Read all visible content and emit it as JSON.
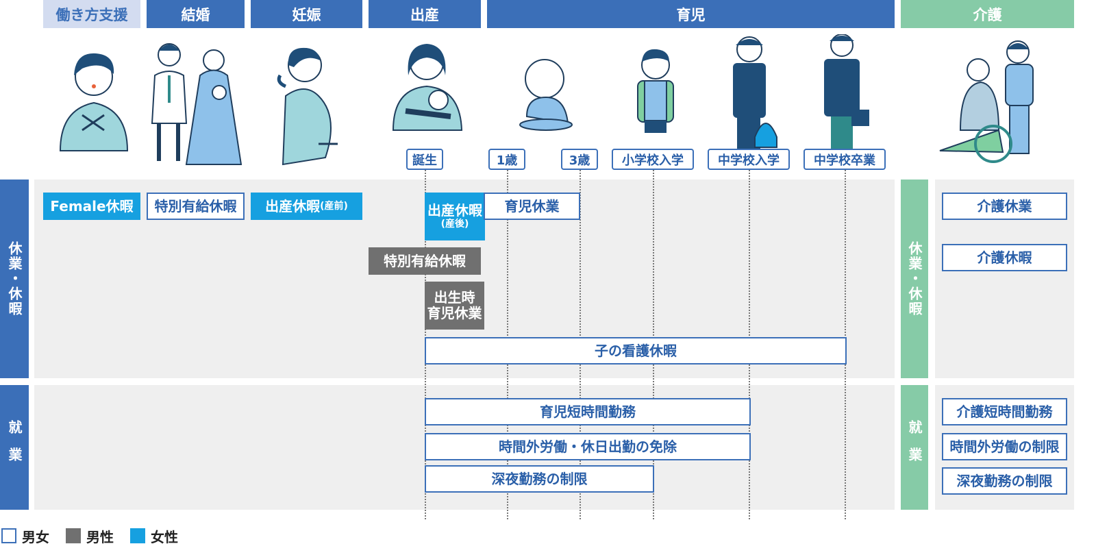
{
  "headers": {
    "work_support": "働き方支援",
    "marriage": "結婚",
    "pregnancy": "妊娠",
    "birth": "出産",
    "childcare": "育児",
    "nursing": "介護"
  },
  "milestones": {
    "birth": "誕生",
    "age1": "1歳",
    "age3": "3歳",
    "elementary": "小学校入学",
    "junior_high_enter": "中学校入学",
    "junior_high_grad": "中学校卒業"
  },
  "sections": {
    "leave": "休業・休暇",
    "work": "就業"
  },
  "leave_boxes": {
    "female_leave": "Female休暇",
    "special_paid_leave": "特別有給休暇",
    "maternity_pre": "出産休暇",
    "maternity_pre_note": "(産前)",
    "maternity_post": "出産休暇",
    "maternity_post_note": "(産後)",
    "childcare_leave": "育児休業",
    "special_paid_leave_male": "特別有給休暇",
    "paternity_line1": "出生時",
    "paternity_line2": "育児休業",
    "sick_child_leave": "子の看護休暇",
    "nursing_care_leave": "介護休業",
    "nursing_care_holiday": "介護休暇"
  },
  "work_boxes": {
    "short_hours_childcare": "育児短時間勤務",
    "overtime_exemption": "時間外労働・休日出勤の免除",
    "night_work_limit": "深夜勤務の制限",
    "short_hours_nursing": "介護短時間勤務",
    "overtime_limit": "時間外労働の制限",
    "night_work_limit_nursing": "深夜勤務の制限"
  },
  "legend": {
    "both": "男女",
    "male": "男性",
    "female": "女性"
  },
  "icons": [
    "woman-gesturing-icon",
    "wedding-couple-icon",
    "pregnant-woman-icon",
    "mother-with-baby-icon",
    "baby-icon",
    "child-with-backpack-icon",
    "student-uniform-icon",
    "graduate-student-icon",
    "caregiver-wheelchair-icon"
  ],
  "colors": {
    "blue": "#3b6fb8",
    "green": "#86cba7",
    "female": "#16a0e0",
    "male": "#707070",
    "light": "#d3dcf0"
  }
}
